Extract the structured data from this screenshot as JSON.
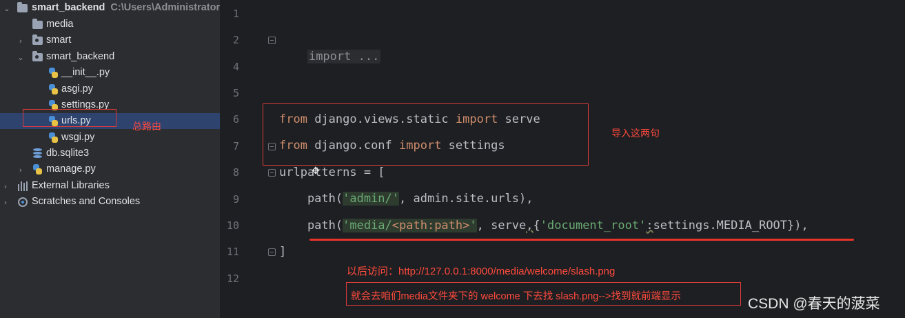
{
  "project_tree": {
    "root": {
      "label": "smart_backend",
      "path": "C:\\Users\\Administrator"
    },
    "items": [
      {
        "label": "media"
      },
      {
        "label": "smart"
      },
      {
        "label": "smart_backend"
      },
      {
        "label": "__init__.py"
      },
      {
        "label": "asgi.py"
      },
      {
        "label": "settings.py"
      },
      {
        "label": "urls.py"
      },
      {
        "label": "wsgi.py"
      },
      {
        "label": "db.sqlite3"
      },
      {
        "label": "manage.py"
      },
      {
        "label": "External Libraries"
      },
      {
        "label": "Scratches and Consoles"
      }
    ]
  },
  "editor": {
    "line_numbers": [
      "1",
      "2",
      "4",
      "5",
      "6",
      "7",
      "8",
      "9",
      "10",
      "11",
      "12"
    ],
    "code": {
      "l2": "import ...",
      "l6_kw1": "from",
      "l6_mod": " django.views.static ",
      "l6_kw2": "import",
      "l6_name": " serve",
      "l7_kw1": "from",
      "l7_mod": " django.conf ",
      "l7_kw2": "import",
      "l7_name": " settings",
      "l8": "urlpatterns = [",
      "l9_a": "    path(",
      "l9_str": "'admin/'",
      "l9_b": ", admin.site.urls),",
      "l10_a": "    path(",
      "l10_s1": "'media/",
      "l10_s2": "<path:path>",
      "l10_s3": "'",
      "l10_b": ", serve",
      "l10_comma": ",",
      "l10_c": "{",
      "l10_s4": "'document_root'",
      "l10_colon": ":",
      "l10_d": "settings.MEDIA_ROOT}),",
      "l11": "]"
    }
  },
  "annotations": {
    "main_route": "总路由",
    "import_note": "导入这两句",
    "access_note": "以后访问：http://127.0.0.1:8000/media/welcome/slash.png",
    "result_note": "就会去咱们media文件夹下的   welcome 下去找 slash.png-->找到就前端显示"
  },
  "watermark": "CSDN @春天的菠菜",
  "colors": {
    "keyword": "#cf8e6d",
    "string": "#6aab73",
    "annotation_red": "#e03b3b",
    "selection": "#2e436e"
  }
}
